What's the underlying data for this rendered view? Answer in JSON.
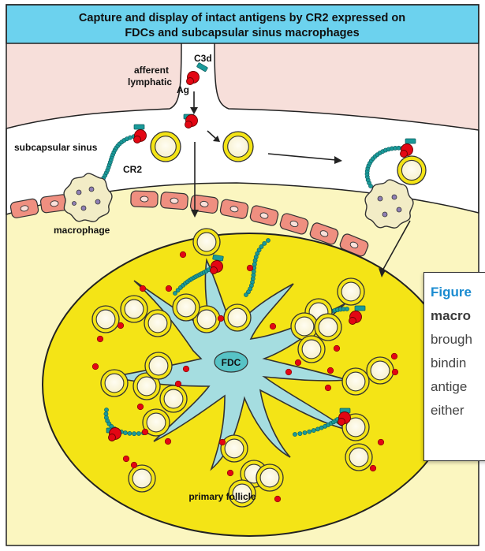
{
  "title": {
    "line1": "Capture and display of intact antigens by CR2 expressed on",
    "line2": "FDCs and subcapsular sinus macrophages"
  },
  "labels": {
    "c3d": "C3d",
    "ag": "Ag",
    "afferent": "afferent",
    "lymphatic": "lymphatic",
    "sinus": "subcapsular sinus",
    "cr2": "CR2",
    "macrophage": "macrophage",
    "fdc": "FDC",
    "follicle": "primary follicle"
  },
  "caption": {
    "line1": "Figure",
    "line2": "macro",
    "line3": "brough",
    "line4": "bindin",
    "line5": "antige",
    "line6": "either"
  },
  "colors": {
    "title_bg": "#6cd2ee",
    "lymph_bg": "#f7dfda",
    "follicle_bg": "#fbf6c0",
    "follicle": "#f4e416",
    "fdc": "#a5dde0",
    "antigen": "#e30613",
    "cr2": "#1a9a9a",
    "endothelium": "#ef8f80",
    "caption_accent": "#1a8bd0"
  }
}
